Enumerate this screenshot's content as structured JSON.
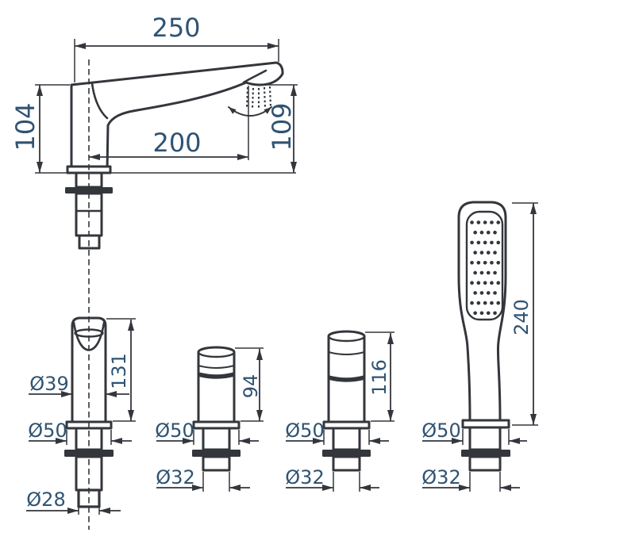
{
  "colors": {
    "line": "#33363b",
    "dimension_text": "#2f5373",
    "background": "#ffffff"
  },
  "spout": {
    "span": "250",
    "reach": "200",
    "height_left": "104",
    "height_right": "109"
  },
  "diverter": {
    "height": "131",
    "knob_diameter": "Ø39",
    "flange_diameter": "Ø50",
    "tail_diameter": "Ø28"
  },
  "handle_small": {
    "height": "94",
    "flange_diameter": "Ø50",
    "tail_diameter": "Ø32"
  },
  "handle_tall": {
    "height": "116",
    "flange_diameter": "Ø50",
    "tail_diameter": "Ø32"
  },
  "handshower": {
    "height": "240",
    "flange_diameter": "Ø50",
    "tail_diameter": "Ø32"
  }
}
